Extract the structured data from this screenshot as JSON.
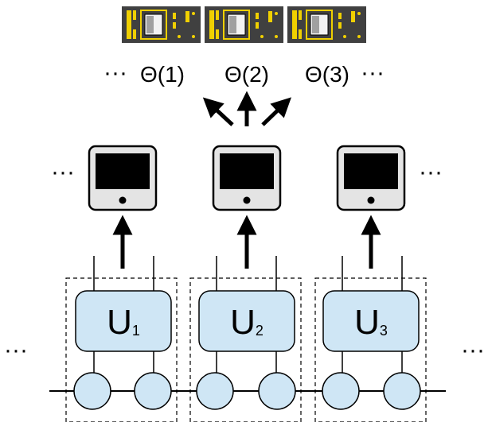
{
  "top_row": {
    "ellipsis_left": "···",
    "ellipsis_right": "···",
    "labels": [
      "Θ(1)",
      "Θ(2)",
      "Θ(3)"
    ]
  },
  "monitor_row": {
    "ellipsis_left": "···",
    "ellipsis_right": "···"
  },
  "unit_row": {
    "ellipsis_left": "···",
    "ellipsis_right": "···",
    "units": [
      {
        "main": "U",
        "sub": "1"
      },
      {
        "main": "U",
        "sub": "2"
      },
      {
        "main": "U",
        "sub": "3"
      }
    ]
  },
  "icons": {
    "chip": "chip-card-icon",
    "monitor": "monitor-icon",
    "arrow": "arrow-icon"
  },
  "colors": {
    "unit_fill": "#cfe6f5",
    "node_fill": "#cfe6f5",
    "monitor_fill": "#e4e4e4",
    "chip_body": "#404040",
    "chip_accent": "#f0d000"
  }
}
